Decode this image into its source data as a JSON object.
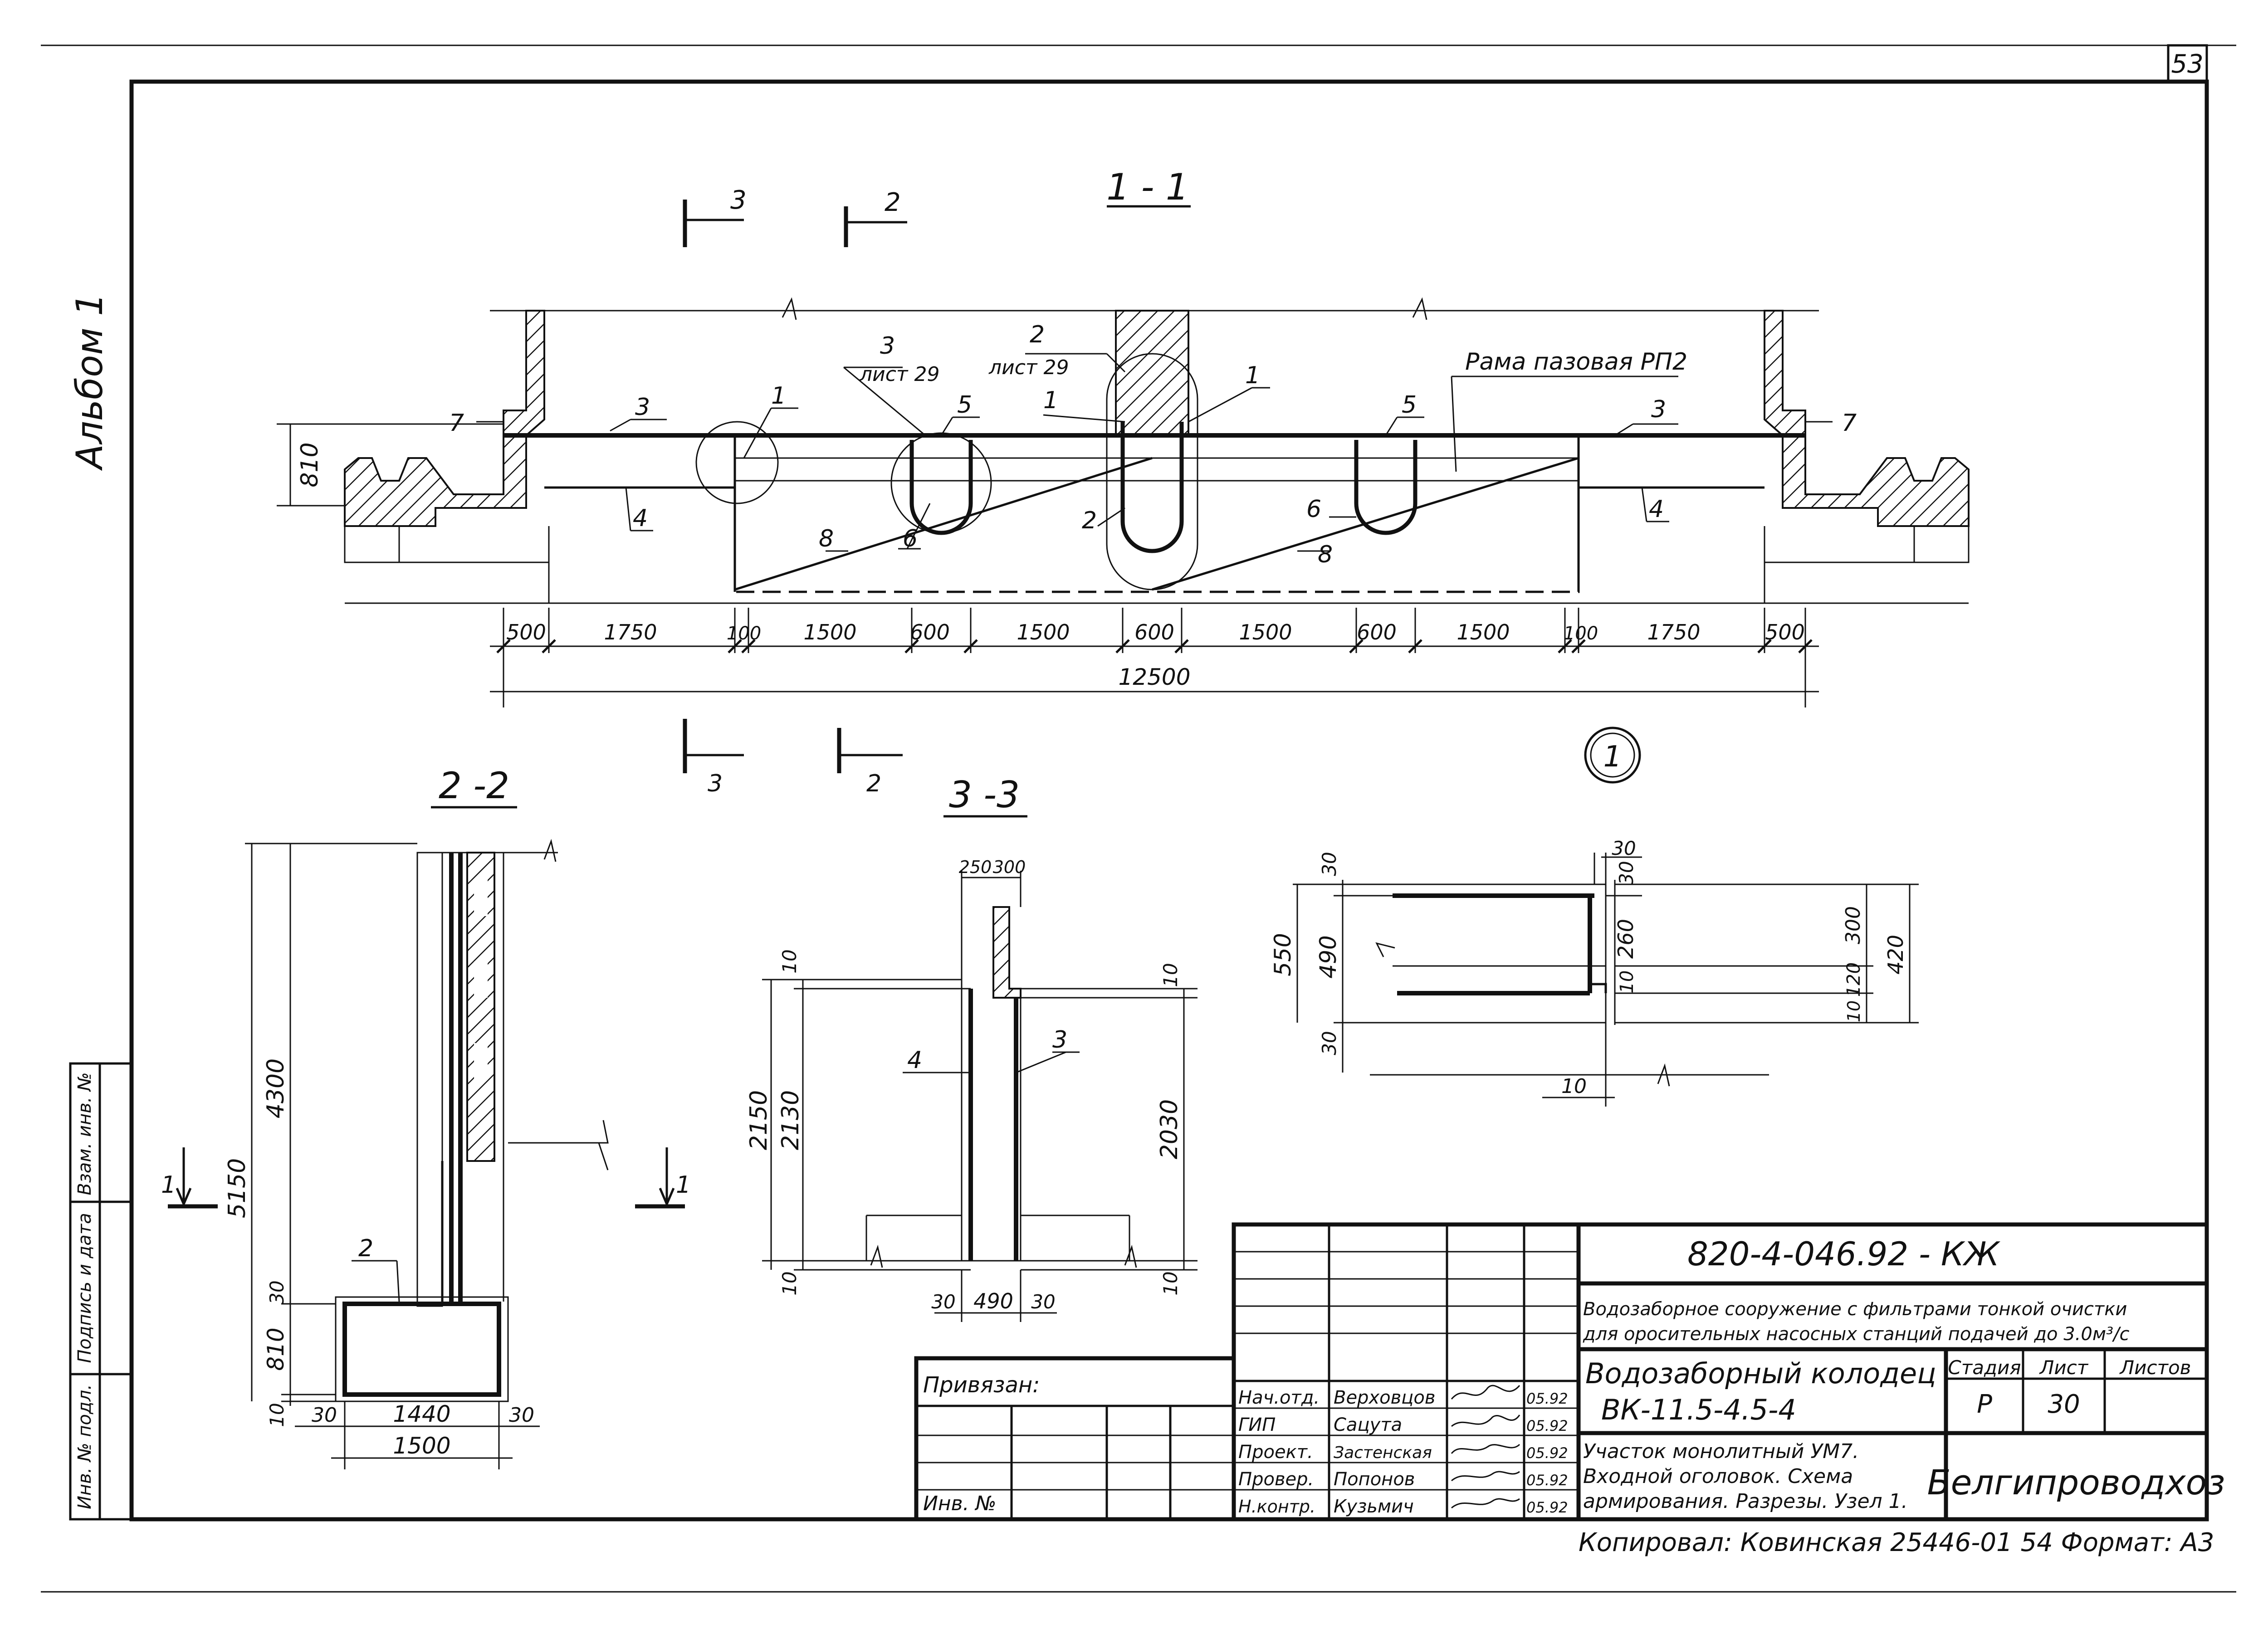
{
  "sheet_number": "53",
  "album_label": "Альбом 1",
  "side_stamp": [
    "Инв. № подл.",
    "Подпись и дата",
    "Взам. инв. №"
  ],
  "sections": {
    "s11": {
      "title": "1 - 1",
      "markers": {
        "cut3": "3",
        "cut2": "2"
      },
      "labels": {
        "pos3_left": "3",
        "pos3_list": "лист 29",
        "pos2_top": "2",
        "pos2_list": "лист 29",
        "rama": "Рама пазовая РП2",
        "pos3_right": "3",
        "pos7_left": "7",
        "pos7_right": "7",
        "pos1_a": "1",
        "pos1_b": "1",
        "pos1_c": "1",
        "pos5_a": "5",
        "pos5_b": "5",
        "pos4_left": "4",
        "pos4_right": "4",
        "pos8_left": "8",
        "pos8_right": "8",
        "pos6_left": "6",
        "pos6_right": "6",
        "pos2_bottom": "2",
        "pos3_mid": "3"
      },
      "height_dim": "810",
      "dims": [
        "500",
        "1750",
        "100",
        "1500",
        "600",
        "1500",
        "600",
        "1500",
        "600",
        "1500",
        "100",
        "1750",
        "500"
      ],
      "total": "12500"
    },
    "s22": {
      "title": "2 -2",
      "pos2": "2",
      "dims": {
        "h5150": "5150",
        "h4300": "4300",
        "h30": "30",
        "h810": "810",
        "h10": "10",
        "w30a": "30",
        "w1440": "1440",
        "w30b": "30",
        "w1500": "1500"
      },
      "cut_marker": "1"
    },
    "s33": {
      "title": "3 -3",
      "pos4": "4",
      "pos3": "3",
      "dims": {
        "t250": "250",
        "t300": "300",
        "l10a": "10",
        "l2150": "2150",
        "l2130": "2130",
        "l10b": "10",
        "r10a": "10",
        "r2030": "2030",
        "r10b": "10",
        "b30a": "30",
        "b490": "490",
        "b30b": "30"
      }
    },
    "node1": {
      "marker": "1",
      "dims": {
        "d30top": "30",
        "d30": "30",
        "d550": "550",
        "d490": "490",
        "d30l": "30",
        "d30r": "30",
        "d260": "260",
        "d10": "10",
        "d300": "300",
        "d120": "120",
        "d10b": "10",
        "d420": "420",
        "d10bottom": "10"
      }
    },
    "section_cut_bottom": {
      "c3": "3",
      "c2": "2"
    }
  },
  "title_block": {
    "code": "820-4-046.92 - КЖ",
    "project_line1": "Водозаборное сооружение с фильтрами тонкой очистки",
    "project_line2": "для оросительных насосных станций подачей до 3.0м³/с",
    "object_line1": "Водозаборный колодец",
    "object_line2": "ВК-11.5-4.5-4",
    "sheet_line1": "Участок монолитный УМ7.",
    "sheet_line2": "Входной оголовок. Схема",
    "sheet_line3": "армирования. Разрезы. Узел 1.",
    "stage_hdr": "Стадия",
    "sheet_hdr": "Лист",
    "sheets_hdr": "Листов",
    "stage": "Р",
    "sheet": "30",
    "sheets": "",
    "org": "Белгипроводхоз",
    "binding": "Привязан:",
    "inv": "Инв. №",
    "roles": [
      {
        "role": "Нач.отд.",
        "name": "Верховцов",
        "date": "05.92"
      },
      {
        "role": "ГИП",
        "name": "Сацута",
        "date": "05.92"
      },
      {
        "role": "Проект.",
        "name": "Застенская",
        "date": "05.92"
      },
      {
        "role": "Провер.",
        "name": "Попонов",
        "date": "05.92"
      },
      {
        "role": "Н.контр.",
        "name": "Кузьмич",
        "date": "05.92"
      }
    ],
    "footer": "Копировал: Ковинская 25446-01  54   Формат: А3"
  }
}
